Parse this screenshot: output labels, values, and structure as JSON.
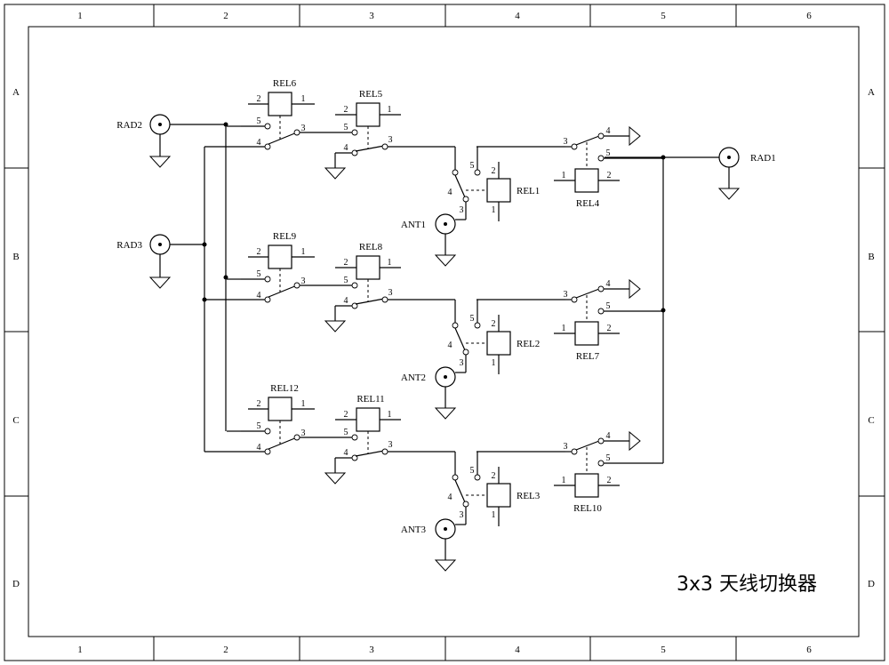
{
  "frame": {
    "columns": [
      "1",
      "2",
      "3",
      "4",
      "5",
      "6"
    ],
    "rows": [
      "A",
      "B",
      "C",
      "D"
    ]
  },
  "title": "3x3 天线切换器",
  "inputs": [
    {
      "ref": "RAD2"
    },
    {
      "ref": "RAD3"
    }
  ],
  "output": {
    "ref": "RAD1"
  },
  "stages": [
    {
      "relA": "REL6",
      "relB": "REL5",
      "relC": "REL1",
      "relD": "REL4",
      "antenna": "ANT1"
    },
    {
      "relA": "REL9",
      "relB": "REL8",
      "relC": "REL2",
      "relD": "REL7",
      "antenna": "ANT2"
    },
    {
      "relA": "REL12",
      "relB": "REL11",
      "relC": "REL3",
      "relD": "REL10",
      "antenna": "ANT3"
    }
  ],
  "pins": {
    "p1": "1",
    "p2": "2",
    "p3": "3",
    "p4": "4",
    "p5": "5"
  }
}
